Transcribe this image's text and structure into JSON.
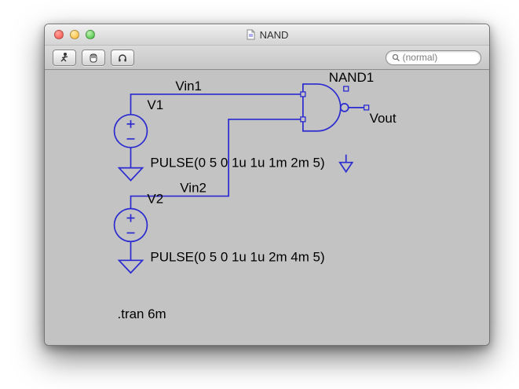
{
  "window": {
    "title": "NAND"
  },
  "titlebar": {
    "buttons": {
      "close": "close",
      "minimize": "minimize",
      "zoom": "zoom"
    }
  },
  "toolbar": {
    "tools": [
      {
        "id": "run",
        "icon": "running-figure-icon"
      },
      {
        "id": "pan",
        "icon": "hand-icon"
      },
      {
        "id": "probe",
        "icon": "headphones-icon"
      }
    ],
    "search": {
      "value": "(normal)",
      "icon": "magnifier-icon"
    }
  },
  "schematic": {
    "nets": {
      "vin1": "Vin1",
      "vin2": "Vin2",
      "vout": "Vout"
    },
    "components": {
      "v1": {
        "name": "V1",
        "value": "PULSE(0 5 0 1u 1u 1m 2m 5)"
      },
      "v2": {
        "name": "V2",
        "value": "PULSE(0 5 0 1u 1u 2m 4m 5)"
      },
      "gate": {
        "name": "NAND1"
      }
    },
    "directives": {
      "tran": ".tran 6m"
    },
    "colors": {
      "wire": "#2a2ad0",
      "text": "#000000",
      "canvas": "#c3c3c3"
    }
  }
}
